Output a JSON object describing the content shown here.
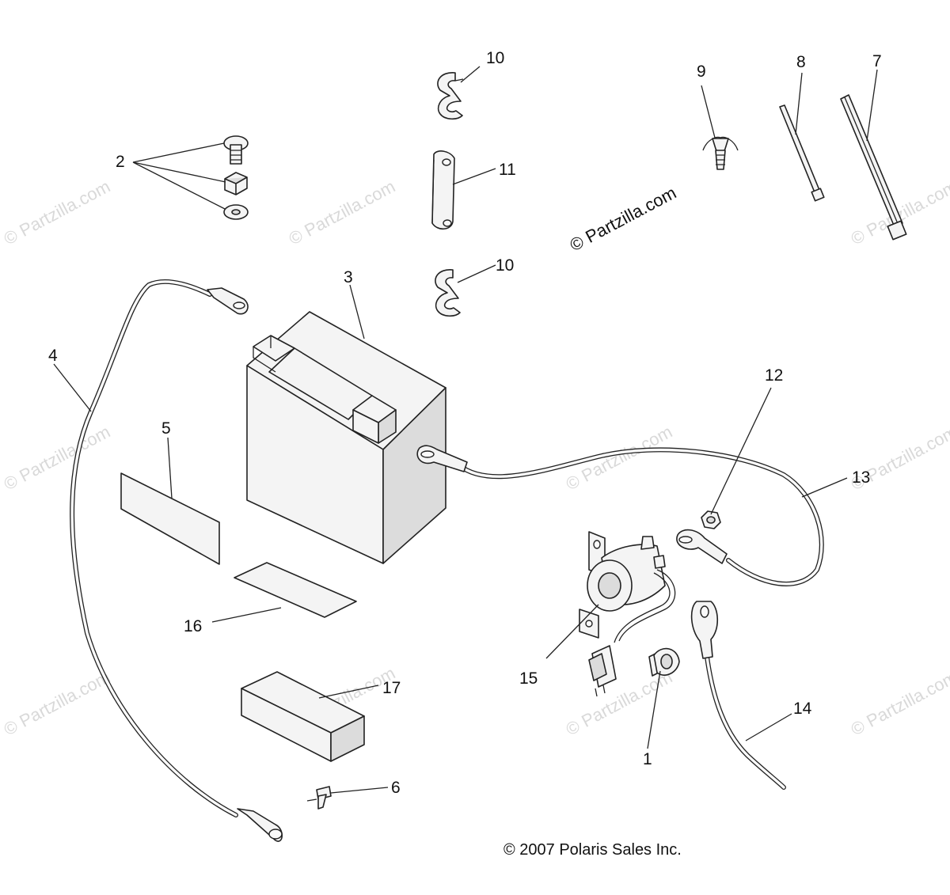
{
  "diagram": {
    "callouts": [
      "1",
      "2",
      "3",
      "4",
      "5",
      "6",
      "7",
      "8",
      "9",
      "10",
      "10",
      "11",
      "12",
      "13",
      "14",
      "15",
      "16",
      "17"
    ],
    "brand_watermark": "© Partzilla.com",
    "faint_watermark": "© Partzilla.com",
    "copyright": "© 2007 Polaris Sales Inc."
  }
}
